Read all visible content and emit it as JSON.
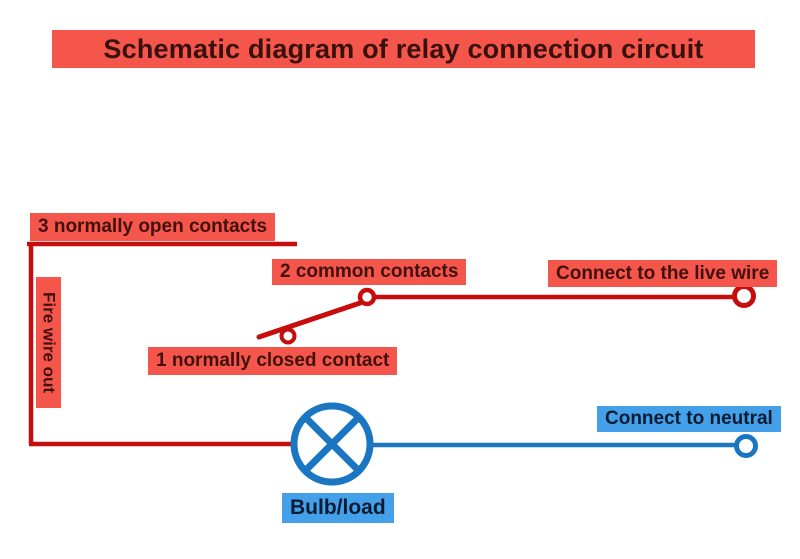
{
  "title": "Schematic diagram of relay connection circuit",
  "labels": {
    "normally_open": "3 normally open contacts",
    "fire_wire_out": "Fire wire out",
    "common": "2 common contacts",
    "normally_closed": "1 normally closed contact",
    "live_wire": "Connect to the live wire",
    "neutral": "Connect to neutral",
    "bulb_load": "Bulb/load"
  },
  "colors": {
    "background": "#ffffff",
    "red_label_bg": "#f4564b",
    "red_label_text": "#43110d",
    "blue_label_bg": "#44a1e9",
    "blue_label_text": "#0a1b33",
    "wire_red": "#c60d0d",
    "wire_blue": "#1b76c2"
  },
  "icons": {
    "bulb": "bulb-lamp-icon",
    "common_terminal": "common-contact-terminal-icon",
    "normally_closed_terminal": "normally-closed-terminal-icon",
    "live_terminal": "live-wire-terminal-icon",
    "neutral_terminal": "neutral-terminal-icon"
  }
}
